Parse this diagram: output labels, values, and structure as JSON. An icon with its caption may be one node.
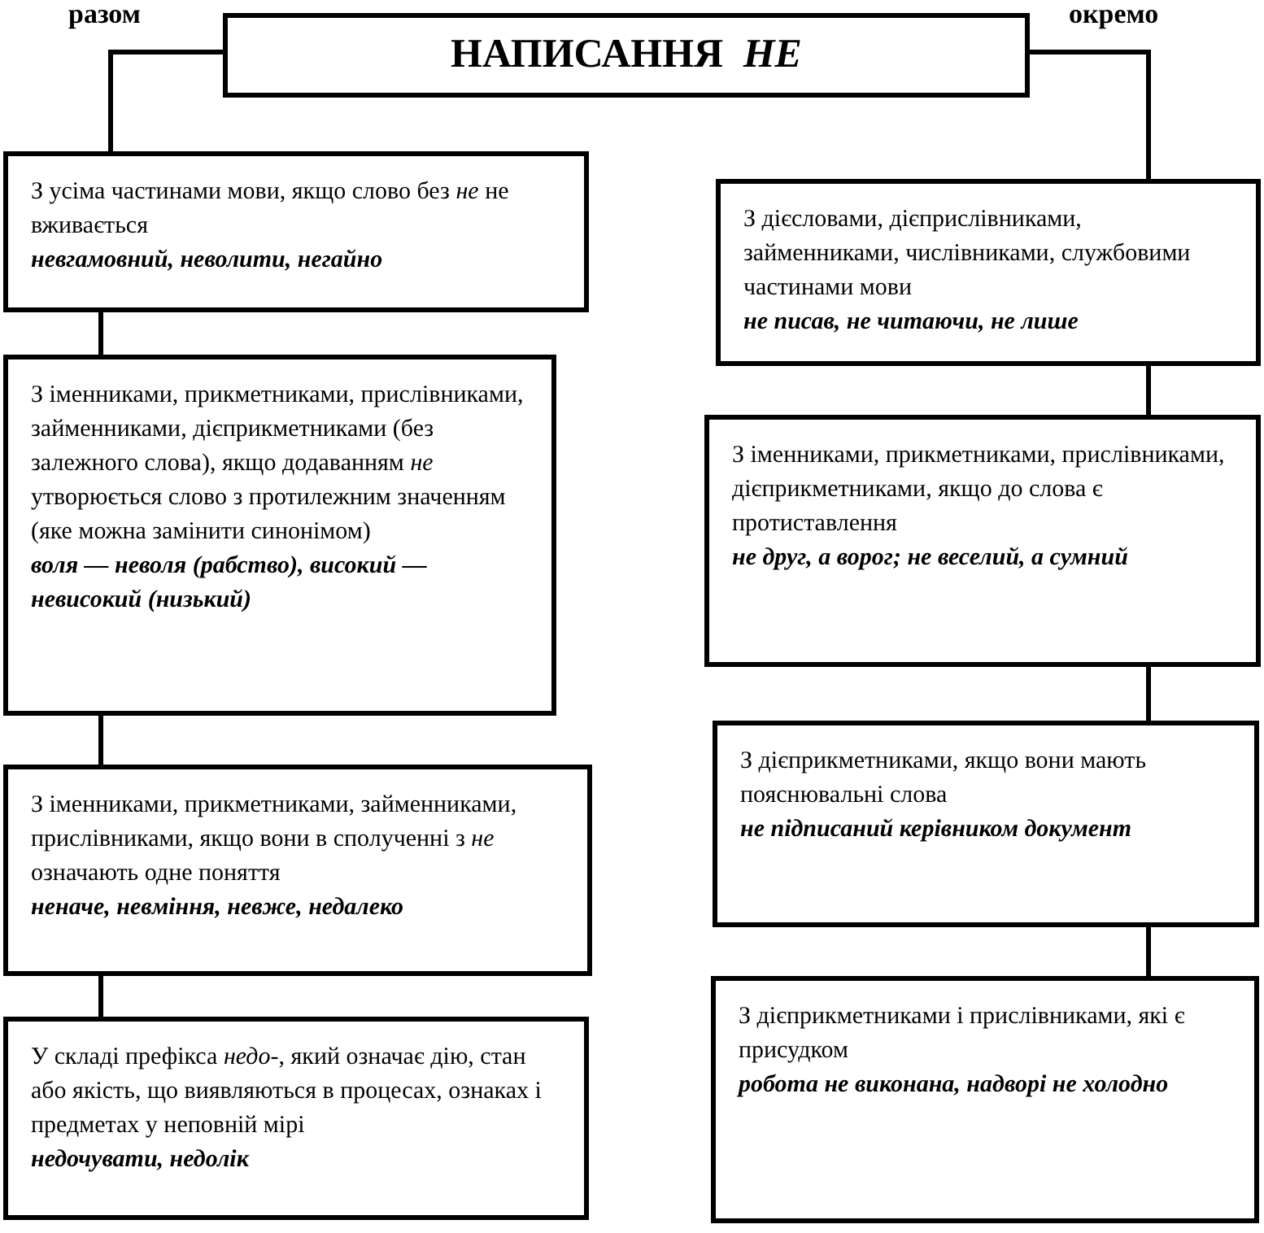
{
  "diagram": {
    "nodes": [
      {
        "text": [
          "НАПИСАННЯ *НЕ*"
        ]
      },
      {
        "text": [
          "З усіма частинами мови, якщо слово без *не* не вживається",
          "невгамовний, неволити, негайно"
        ]
      },
      {
        "text": [
          "З іменниками, прикметниками, прислівниками, займенниками, дієприкметниками (без залежного слова), якщо додаванням *не* утворюється слово з протилежним значенням (яке можна замінити синонімом)",
          "воля — неволя (рабство), високий — невисокий (низький)"
        ]
      },
      {
        "text": [
          "З іменниками, прикметниками, займенниками, прислівниками, якщо вони в сполученні з *не* означають одне поняття",
          "неначе, невміння, невже, недалеко"
        ]
      },
      {
        "text": [
          "У складі префікса *недо*-, який означає дію, стан або якість, що виявляються в процесах, ознаках і предметах у неповній мірі",
          "недочувати, недолік"
        ]
      },
      {
        "text": [
          "З дієсловами, дієприслівниками, займенниками, числівниками, службовими частинами мови",
          "не писав, не читаючи, не лише"
        ]
      },
      {
        "text": [
          "З іменниками, прикметниками, прислівниками, дієприкметниками, якщо до слова є протиставлення",
          "не друг, а ворог; не веселий, а сумний"
        ]
      },
      {
        "text": [
          "З дієприкметниками, якщо вони мають пояснювальні слова",
          "не підписаний керівником документ"
        ]
      },
      {
        "text": [
          "З дієприкметниками і прислівниками, які є присудком",
          "робота не виконана, надворі не холодно"
        ]
      }
    ],
    "edges": [
      {
        "from": 0,
        "to": 1,
        "arrow": "none",
        "label": "разом"
      },
      {
        "from": 0,
        "to": 5,
        "arrow": "none",
        "label": "окремо"
      },
      {
        "from": 1,
        "to": 2,
        "arrow": "none"
      },
      {
        "from": 2,
        "to": 3,
        "arrow": "none"
      },
      {
        "from": 3,
        "to": 4,
        "arrow": "none"
      },
      {
        "from": 5,
        "to": 6,
        "arrow": "none"
      },
      {
        "from": 6,
        "to": 7,
        "arrow": "none"
      },
      {
        "from": 7,
        "to": 8,
        "arrow": "none"
      }
    ]
  }
}
